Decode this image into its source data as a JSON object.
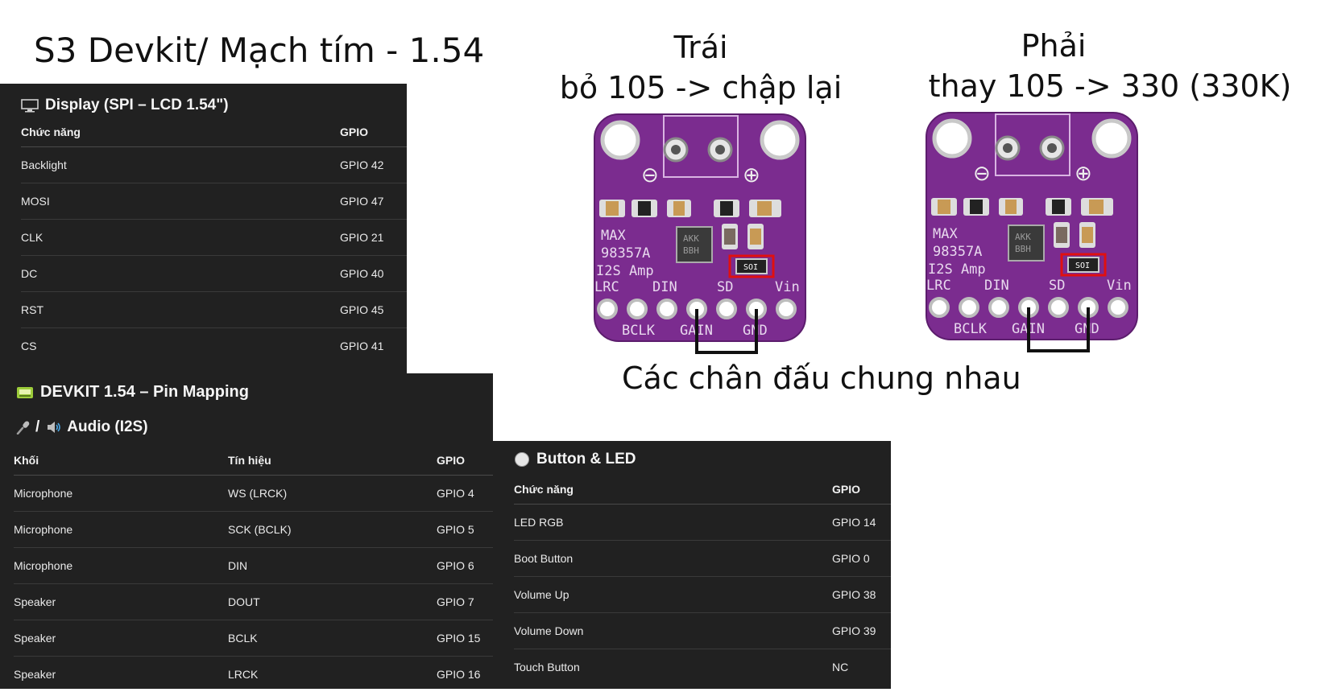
{
  "page_title": "S3 Devkit/ Mạch tím - 1.54",
  "display_panel": {
    "heading": "Display (SPI – LCD 1.54\")",
    "icon": "monitor-icon",
    "headers": [
      "Chức năng",
      "GPIO"
    ],
    "rows": [
      [
        "Backlight",
        "GPIO 42"
      ],
      [
        "MOSI",
        "GPIO 47"
      ],
      [
        "CLK",
        "GPIO 21"
      ],
      [
        "DC",
        "GPIO 40"
      ],
      [
        "RST",
        "GPIO 45"
      ],
      [
        "CS",
        "GPIO 41"
      ]
    ]
  },
  "devkit_panel": {
    "heading": "DEVKIT 1.54 – Pin Mapping",
    "icon": "board-icon",
    "subheading": "/",
    "subheading_suffix": "Audio (I2S)",
    "sub_icons": [
      "microphone-icon",
      "speaker-icon"
    ],
    "headers": [
      "Khối",
      "Tín hiệu",
      "GPIO"
    ],
    "rows": [
      [
        "Microphone",
        "WS (LRCK)",
        "GPIO 4"
      ],
      [
        "Microphone",
        "SCK (BCLK)",
        "GPIO 5"
      ],
      [
        "Microphone",
        "DIN",
        "GPIO 6"
      ],
      [
        "Speaker",
        "DOUT",
        "GPIO 7"
      ],
      [
        "Speaker",
        "BCLK",
        "GPIO 15"
      ],
      [
        "Speaker",
        "LRCK",
        "GPIO 16"
      ]
    ]
  },
  "button_panel": {
    "heading": "Button & LED",
    "icon": "circle-icon",
    "headers": [
      "Chức năng",
      "GPIO"
    ],
    "rows": [
      [
        "LED RGB",
        "GPIO 14"
      ],
      [
        "Boot Button",
        "GPIO 0"
      ],
      [
        "Volume Up",
        "GPIO 38"
      ],
      [
        "Volume Down",
        "GPIO 39"
      ],
      [
        "Touch Button",
        "NC"
      ]
    ]
  },
  "left_board": {
    "label_line1": "Trái",
    "label_line2": "bỏ 105 -> chập lại"
  },
  "right_board": {
    "label_line1": "Phải",
    "label_line2": "thay 105 -> 330 (330K)"
  },
  "board_silkscreen": {
    "chip_line1": "MAX",
    "chip_line2": "98357A",
    "chip_line3": "I2S Amp",
    "ic_line1": "AKK",
    "ic_line2": "BBH",
    "resistor": "SOI",
    "top_pins": [
      "LRC",
      "DIN",
      "SD",
      "Vin"
    ],
    "bottom_pins": [
      "BCLK",
      "GAIN",
      "GND"
    ],
    "minus": "⊖",
    "plus": "⊕"
  },
  "common_pins_caption": "Các chân đấu chung nhau",
  "colors": {
    "panel_bg": "#212121",
    "board_purple": "#7b2c8f",
    "highlight_red": "#e01010"
  }
}
